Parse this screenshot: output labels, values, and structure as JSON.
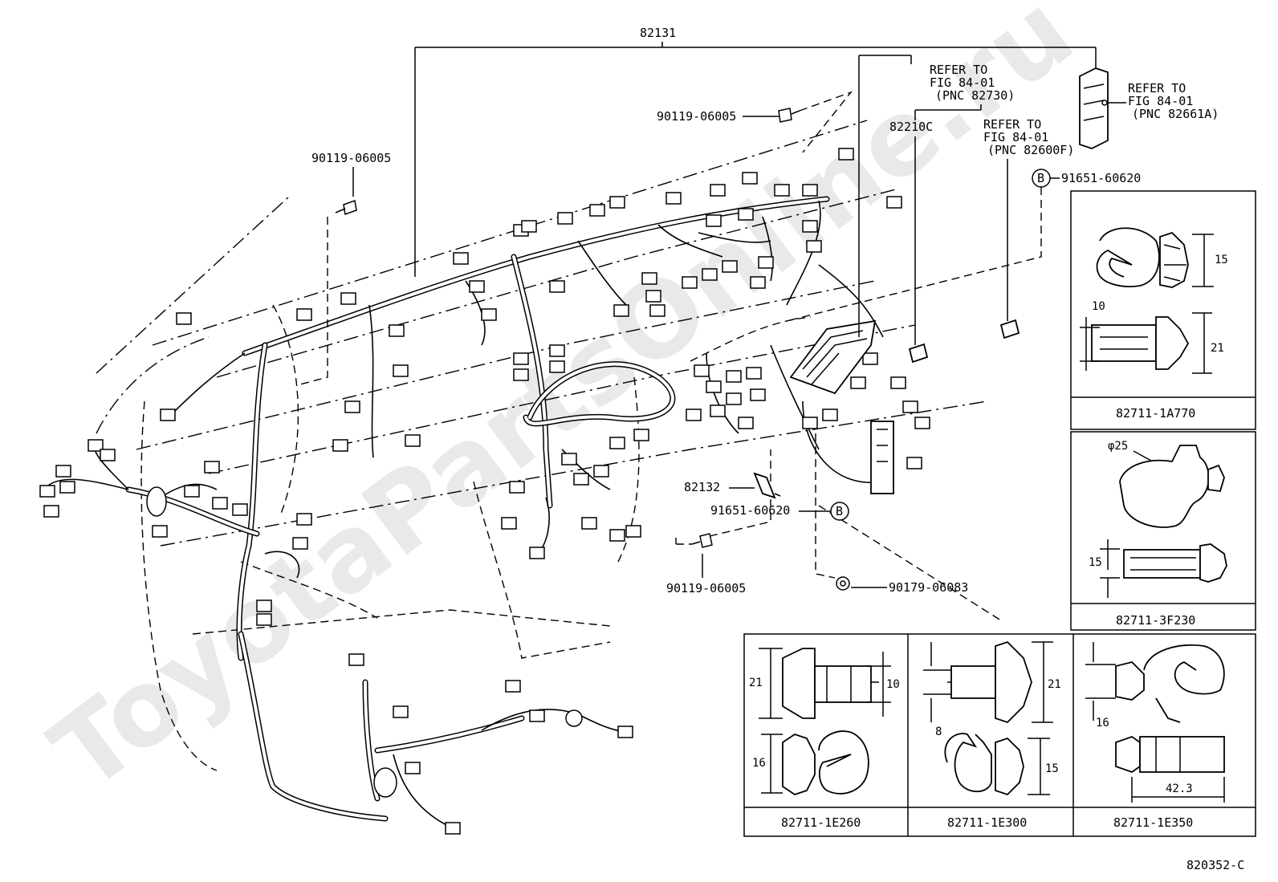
{
  "labels": {
    "main_harness": "82131",
    "bolt_left": "90119-06005",
    "bolt_top": "90119-06005",
    "bolt_bottom": "90119-06005",
    "part_82210c": "82210C",
    "part_82132": "82132",
    "clip_b_top": "91651-60620",
    "clip_b_bottom": "91651-60620",
    "nut": "90179-06083",
    "callout_b": "B",
    "figure_code": "820352-C"
  },
  "refs": {
    "ref1_line1": "REFER TO",
    "ref1_line2": "FIG 84-01",
    "ref1_line3": "(PNC 82730)",
    "ref2_line1": "REFER TO",
    "ref2_line2": "FIG 84-01",
    "ref2_line3": "(PNC 82600F)",
    "ref3_line1": "REFER TO",
    "ref3_line2": "FIG 84-01",
    "ref3_line3": "(PNC 82661A)"
  },
  "clips": {
    "c1": {
      "part": "82711-1A770",
      "dims": [
        "15",
        "10",
        "21"
      ]
    },
    "c2": {
      "part": "82711-3F230",
      "dims": [
        "φ25",
        "15"
      ]
    },
    "c3": {
      "part": "82711-1E260",
      "dims": [
        "21",
        "10",
        "16"
      ]
    },
    "c4": {
      "part": "82711-1E300",
      "dims": [
        "21",
        "8",
        "15"
      ]
    },
    "c5": {
      "part": "82711-1E350",
      "dims": [
        "16",
        "42.3"
      ]
    }
  },
  "watermark": "ToyotaPartsOnline.ru"
}
